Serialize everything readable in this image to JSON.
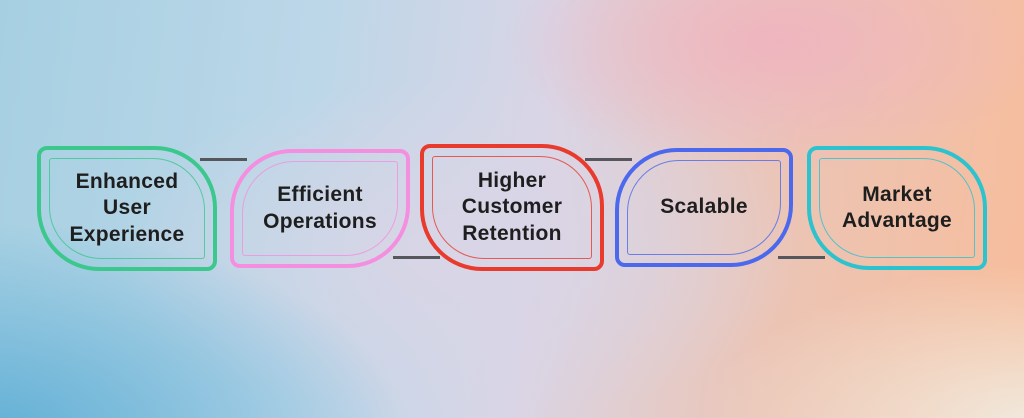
{
  "background": {
    "top_left": "#a6d0e2",
    "top_right": "#f7bd9c",
    "top_rose": "#efb5bf",
    "bottom_left": "#60afd6",
    "bottom_right": "#f0ebe0",
    "center": "#d9d5e6"
  },
  "text_color": "#1e1e1e",
  "connectors": {
    "color": "#55575d"
  },
  "cards": [
    {
      "label": "Enhanced\nUser\nExperience",
      "accent": "#3cc78d"
    },
    {
      "label": "Efficient\nOperations",
      "accent": "#f48fe0"
    },
    {
      "label": "Higher\nCustomer\nRetention",
      "accent": "#e93a2e"
    },
    {
      "label": "Scalable",
      "accent": "#4c69ee"
    },
    {
      "label": "Market\nAdvantage",
      "accent": "#2dc3ce"
    }
  ]
}
